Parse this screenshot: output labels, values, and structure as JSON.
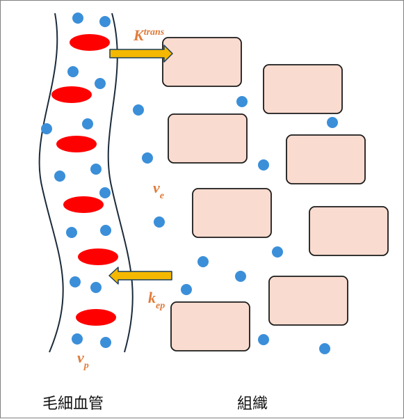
{
  "labels": {
    "ktrans_main": "K",
    "ktrans_sup": "trans",
    "ve_main": "v",
    "ve_sub": "e",
    "kep_main": "k",
    "kep_sub": "ep",
    "vp_main": "v",
    "vp_sub": "p"
  },
  "captions": {
    "capillary": "毛細血管",
    "tissue": "組織"
  },
  "colors": {
    "red_cell": "#ff0000",
    "blue_dot": "#3b8fd9",
    "cell_fill": "#fadbcf",
    "arrow_fill": "#f5b800",
    "label": "#e07b39"
  }
}
